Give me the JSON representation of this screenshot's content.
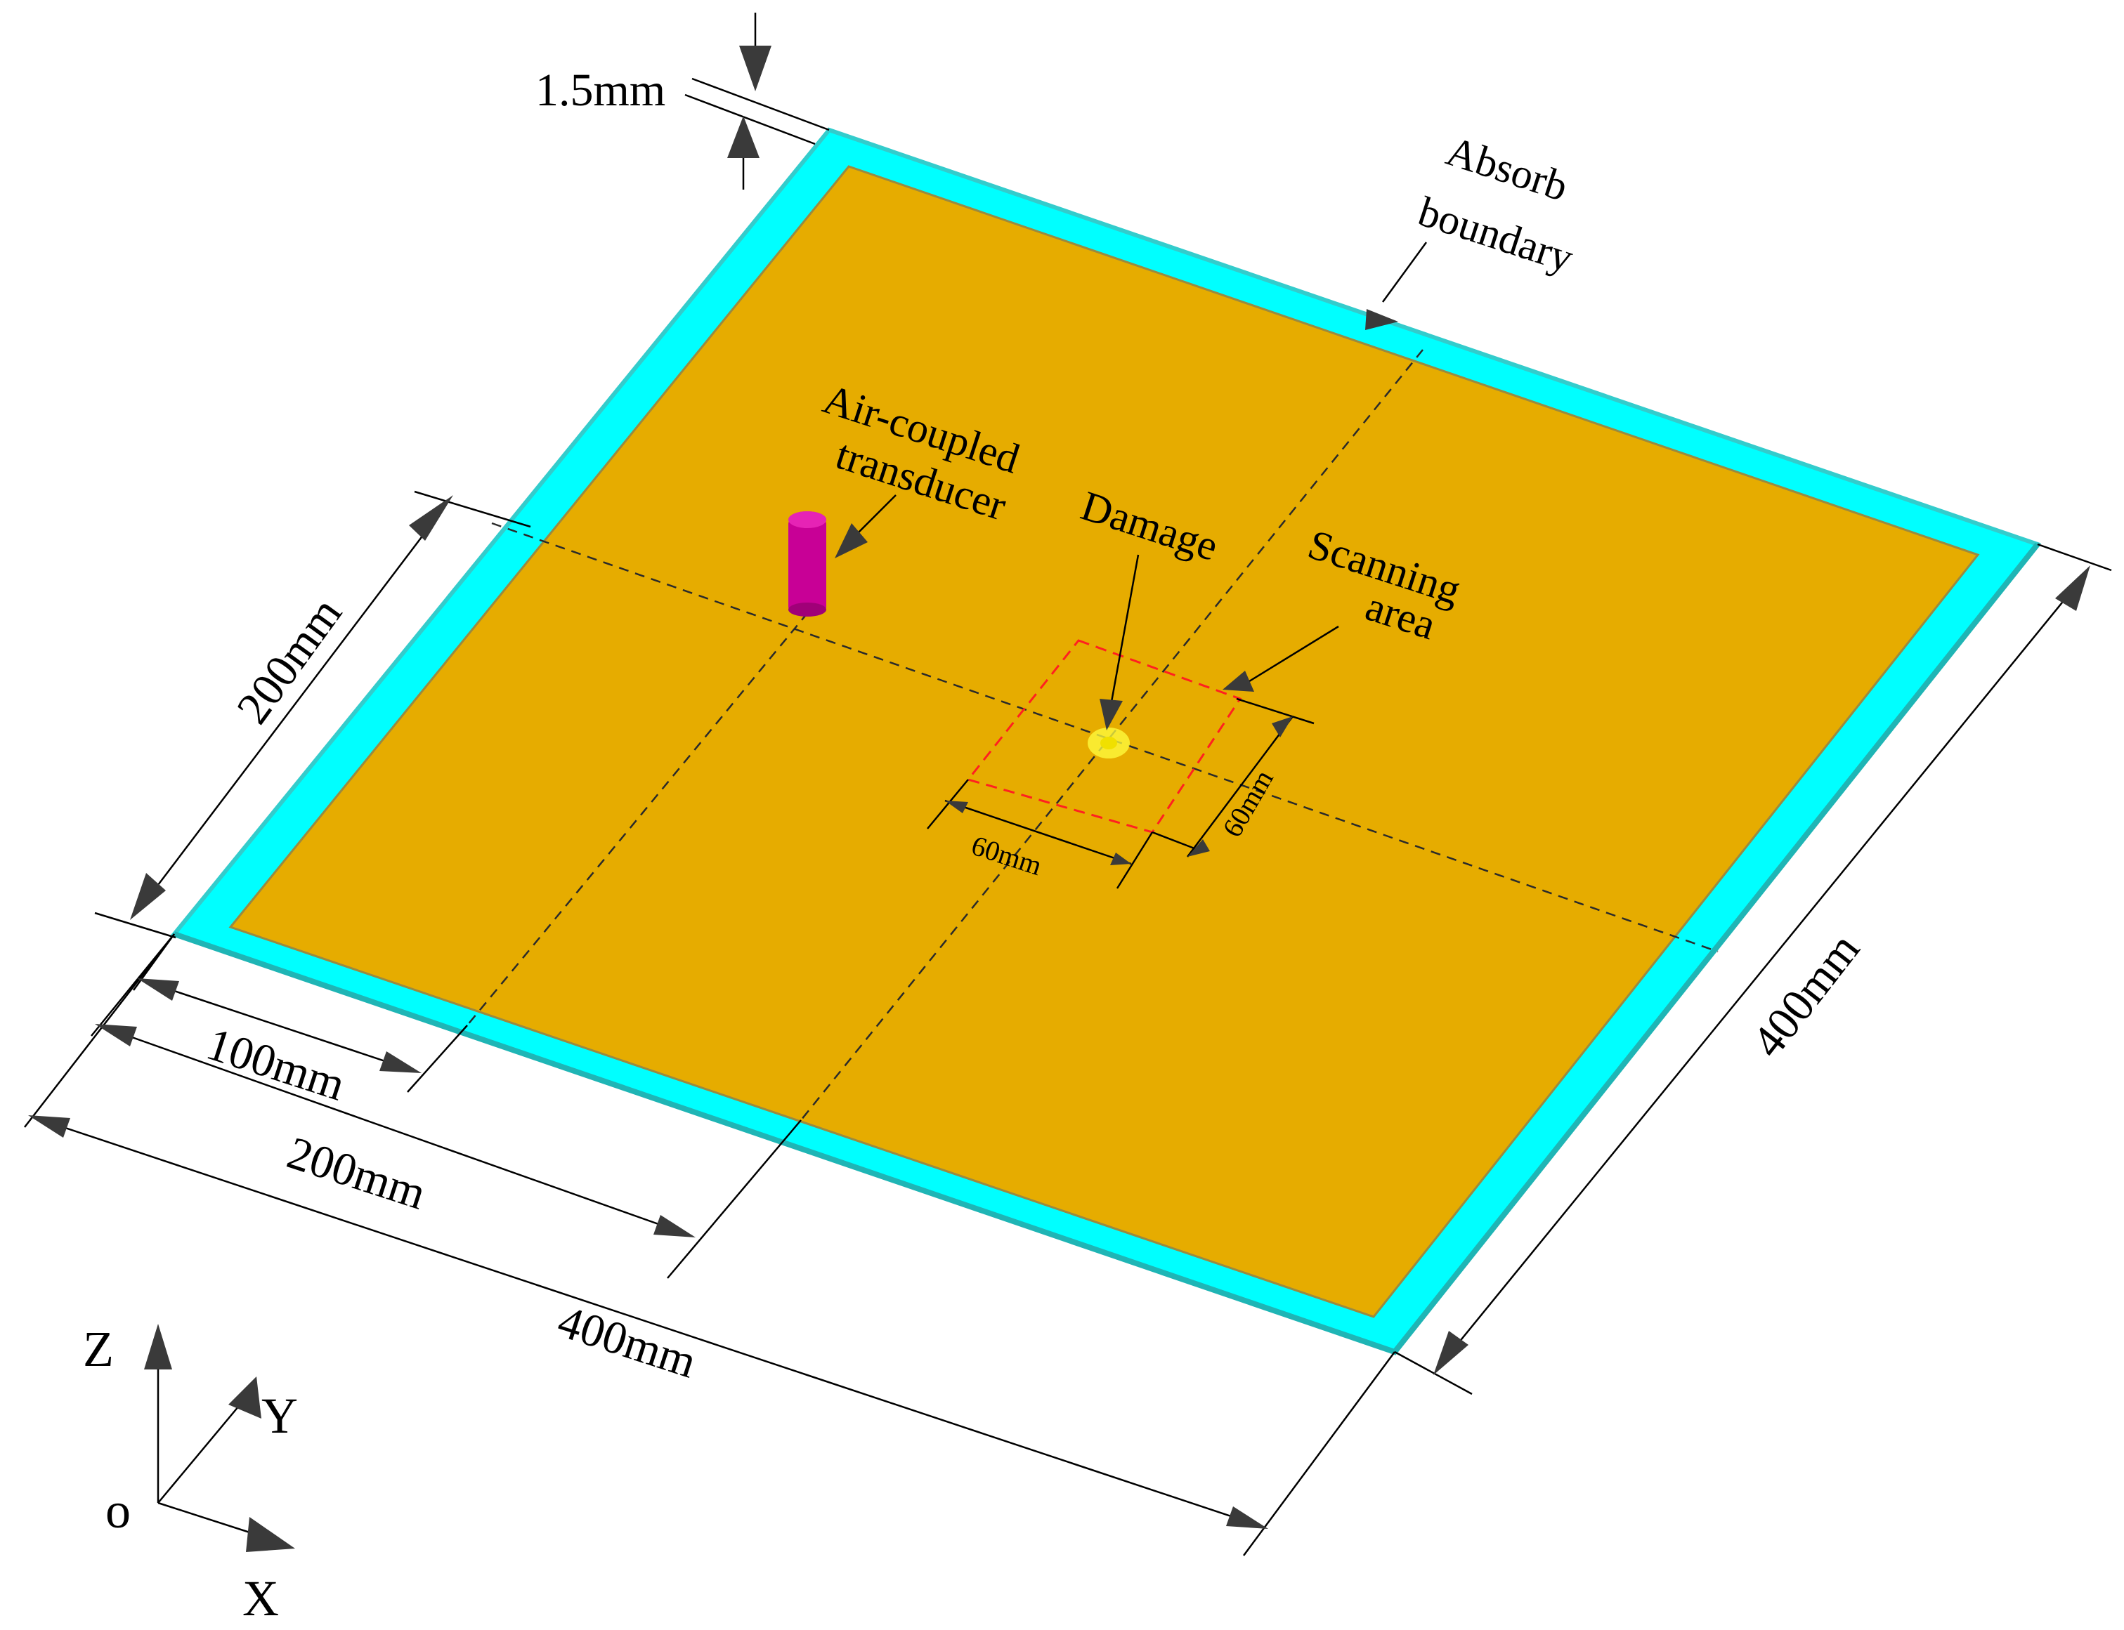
{
  "colors": {
    "plate": "#E6AC00",
    "absorb_boundary": "#00FFFF",
    "transducer": "#C80096",
    "damage": "#FFFF40",
    "scan_box": "#FF2020"
  },
  "labels": {
    "thickness": "1.5mm",
    "absorb_boundary_line1": "Absorb",
    "absorb_boundary_line2": "boundary",
    "transducer_line1": "Air-coupled",
    "transducer_line2": "transducer",
    "damage": "Damage",
    "scanning_line1": "Scanning",
    "scanning_line2": "area",
    "scan_width": "60mm",
    "scan_height": "60mm",
    "left_200": "200mm",
    "bottom_100": "100mm",
    "bottom_200": "200mm",
    "bottom_400": "400mm",
    "right_400": "400mm"
  },
  "axes": {
    "z": "Z",
    "y": "Y",
    "origin": "o",
    "x": "X"
  }
}
